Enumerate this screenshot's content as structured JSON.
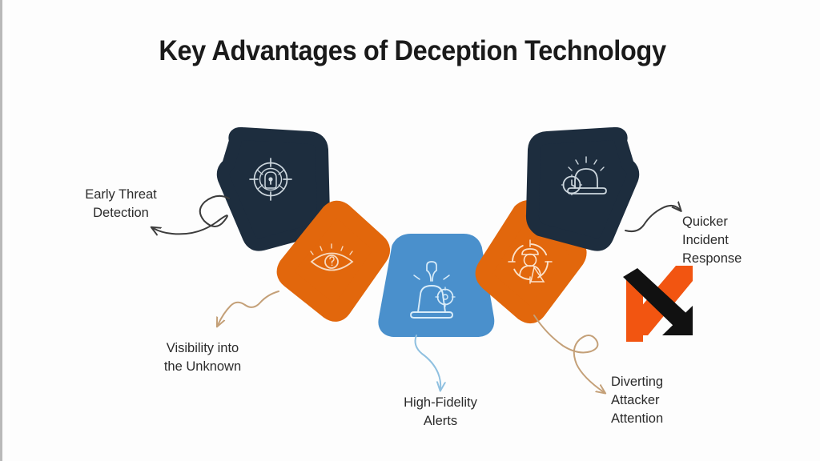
{
  "title": "Key Advantages of Deception Technology",
  "colors": {
    "dark_navy": "#1d2d3e",
    "orange": "#e2670c",
    "blue": "#4a90cc",
    "background": "#fdfdfd",
    "text": "#2b2b2b",
    "arrow_dark": "#3c3c3c",
    "arrow_tan": "#c4a078",
    "arrow_blue": "#8fc0e0",
    "logo_orange": "#f25511",
    "logo_black": "#111111"
  },
  "nodes": [
    {
      "id": "node-early-threat",
      "shape": "pentagon-left",
      "fill": "#1d2d3e",
      "icon": "crosshair-bug-lock-icon",
      "linked_label": "Early Threat Detection"
    },
    {
      "id": "node-visibility",
      "shape": "rounded-diamond",
      "fill": "#e2670c",
      "icon": "eye-question-icon",
      "linked_label": "Visibility into the Unknown"
    },
    {
      "id": "node-alerts",
      "shape": "trapezoid",
      "fill": "#4a90cc",
      "icon": "alarm-bell-gear-icon",
      "linked_label": "High-Fidelity Alerts"
    },
    {
      "id": "node-diverting",
      "shape": "rounded-diamond",
      "fill": "#e2670c",
      "icon": "hacker-target-icon",
      "linked_label": "Diverting Attacker Attention"
    },
    {
      "id": "node-response",
      "shape": "pentagon-right",
      "fill": "#1d2d3e",
      "icon": "siren-clock-icon",
      "linked_label": "Quicker Incident Response"
    }
  ],
  "labels": {
    "early_threat": "Early Threat\nDetection",
    "visibility": "Visibility into\nthe Unknown",
    "alerts": "High-Fidelity\nAlerts",
    "quicker": "Quicker\nIncident\nResponse",
    "diverting": "Diverting\nAttacker\nAttention"
  },
  "arrows": [
    {
      "name": "arrow-early-threat",
      "color": "#3c3c3c",
      "style": "loop-curl",
      "points_to": "Early Threat Detection"
    },
    {
      "name": "arrow-visibility",
      "color": "#c4a078",
      "style": "wavy-down",
      "points_to": "Visibility into the Unknown"
    },
    {
      "name": "arrow-alerts",
      "color": "#8fc0e0",
      "style": "s-curve-down",
      "points_to": "High-Fidelity Alerts"
    },
    {
      "name": "arrow-quicker",
      "color": "#3c3c3c",
      "style": "s-curve-right",
      "points_to": "Quicker Incident Response"
    },
    {
      "name": "arrow-diverting",
      "color": "#c4a078",
      "style": "loop-curl",
      "points_to": "Diverting Attacker Attention"
    }
  ],
  "logo": {
    "name": "brand-x-logo",
    "orange": "#f25511",
    "black": "#111111"
  }
}
